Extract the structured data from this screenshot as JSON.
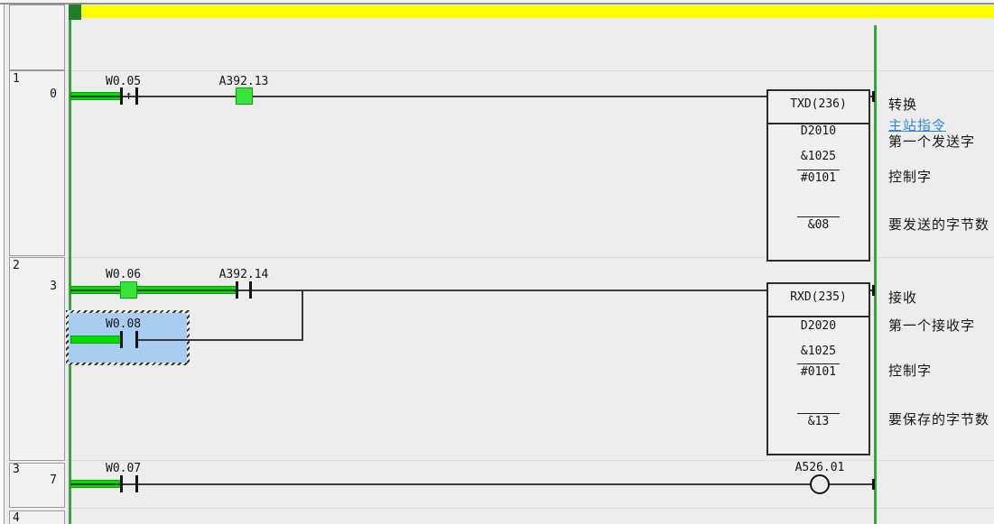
{
  "margin_rungs": [
    {
      "number": "1",
      "step": "0"
    },
    {
      "number": "2",
      "step": "3"
    },
    {
      "number": "3",
      "step": "7"
    },
    {
      "number": "4",
      "step": ""
    }
  ],
  "rung1": {
    "contacts": [
      {
        "label": "W0.05",
        "symbol": "↑",
        "type": "rising-edge"
      },
      {
        "label": "A392.13",
        "type": "energized"
      }
    ],
    "block": {
      "title": "TXD(236)",
      "op1": "D2010",
      "op1_value": "&1025",
      "op2": "#0101",
      "op3": "&08"
    },
    "comments": {
      "title": "转换",
      "link": "主站指令",
      "op1": "第一个发送字",
      "op2": "控制字",
      "op3": "要发送的字节数"
    }
  },
  "rung2": {
    "contacts": [
      {
        "label": "W0.06",
        "type": "energized"
      },
      {
        "label": "A392.14",
        "type": "open"
      },
      {
        "label": "W0.08",
        "type": "open-selected"
      }
    ],
    "block": {
      "title": "RXD(235)",
      "op1": "D2020",
      "op1_value": "&1025",
      "op2": "#0101",
      "op3": "&13"
    },
    "comments": {
      "title": "接收",
      "op1": "第一个接收字",
      "op2": "控制字",
      "op3": "要保存的字节数"
    }
  },
  "rung3": {
    "contacts": [
      {
        "label": "W0.07",
        "type": "open"
      }
    ],
    "coil": {
      "label": "A526.01"
    }
  },
  "colors": {
    "power_flow": "#00dc00",
    "energized_contact": "#3ce23c",
    "bus_bar": "#3aa33a",
    "rung_highlight": "#ffff00",
    "rung_marker": "#1d7d2a",
    "selection_fill": "#a9cdf2",
    "comment_link": "#2f86e0"
  }
}
